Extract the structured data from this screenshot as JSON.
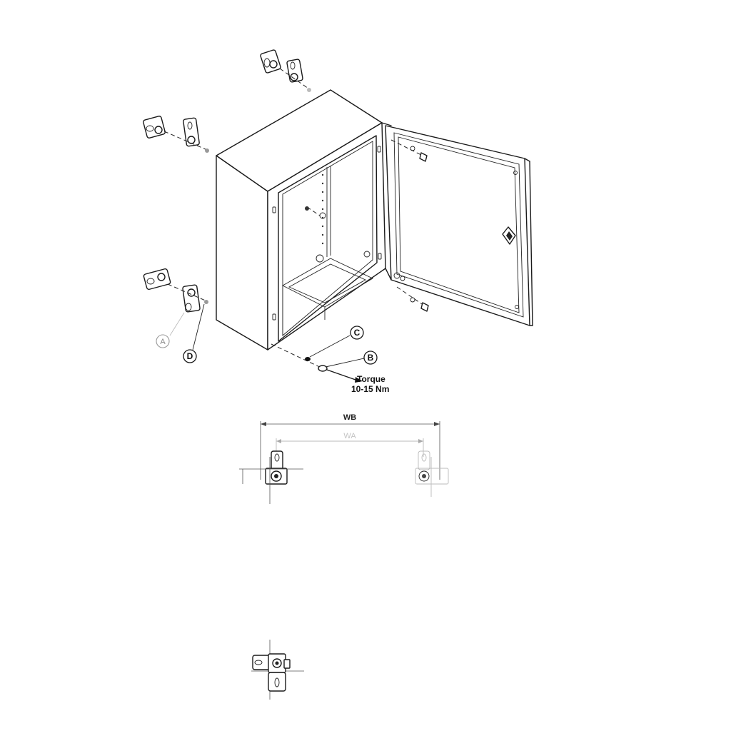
{
  "callouts": {
    "a": "A",
    "b": "B",
    "c": "C",
    "d": "D"
  },
  "torque": {
    "line1": "Torque",
    "line2": "10-15 Nm"
  },
  "dimensions": {
    "wb": "WB",
    "wa": "WA"
  }
}
